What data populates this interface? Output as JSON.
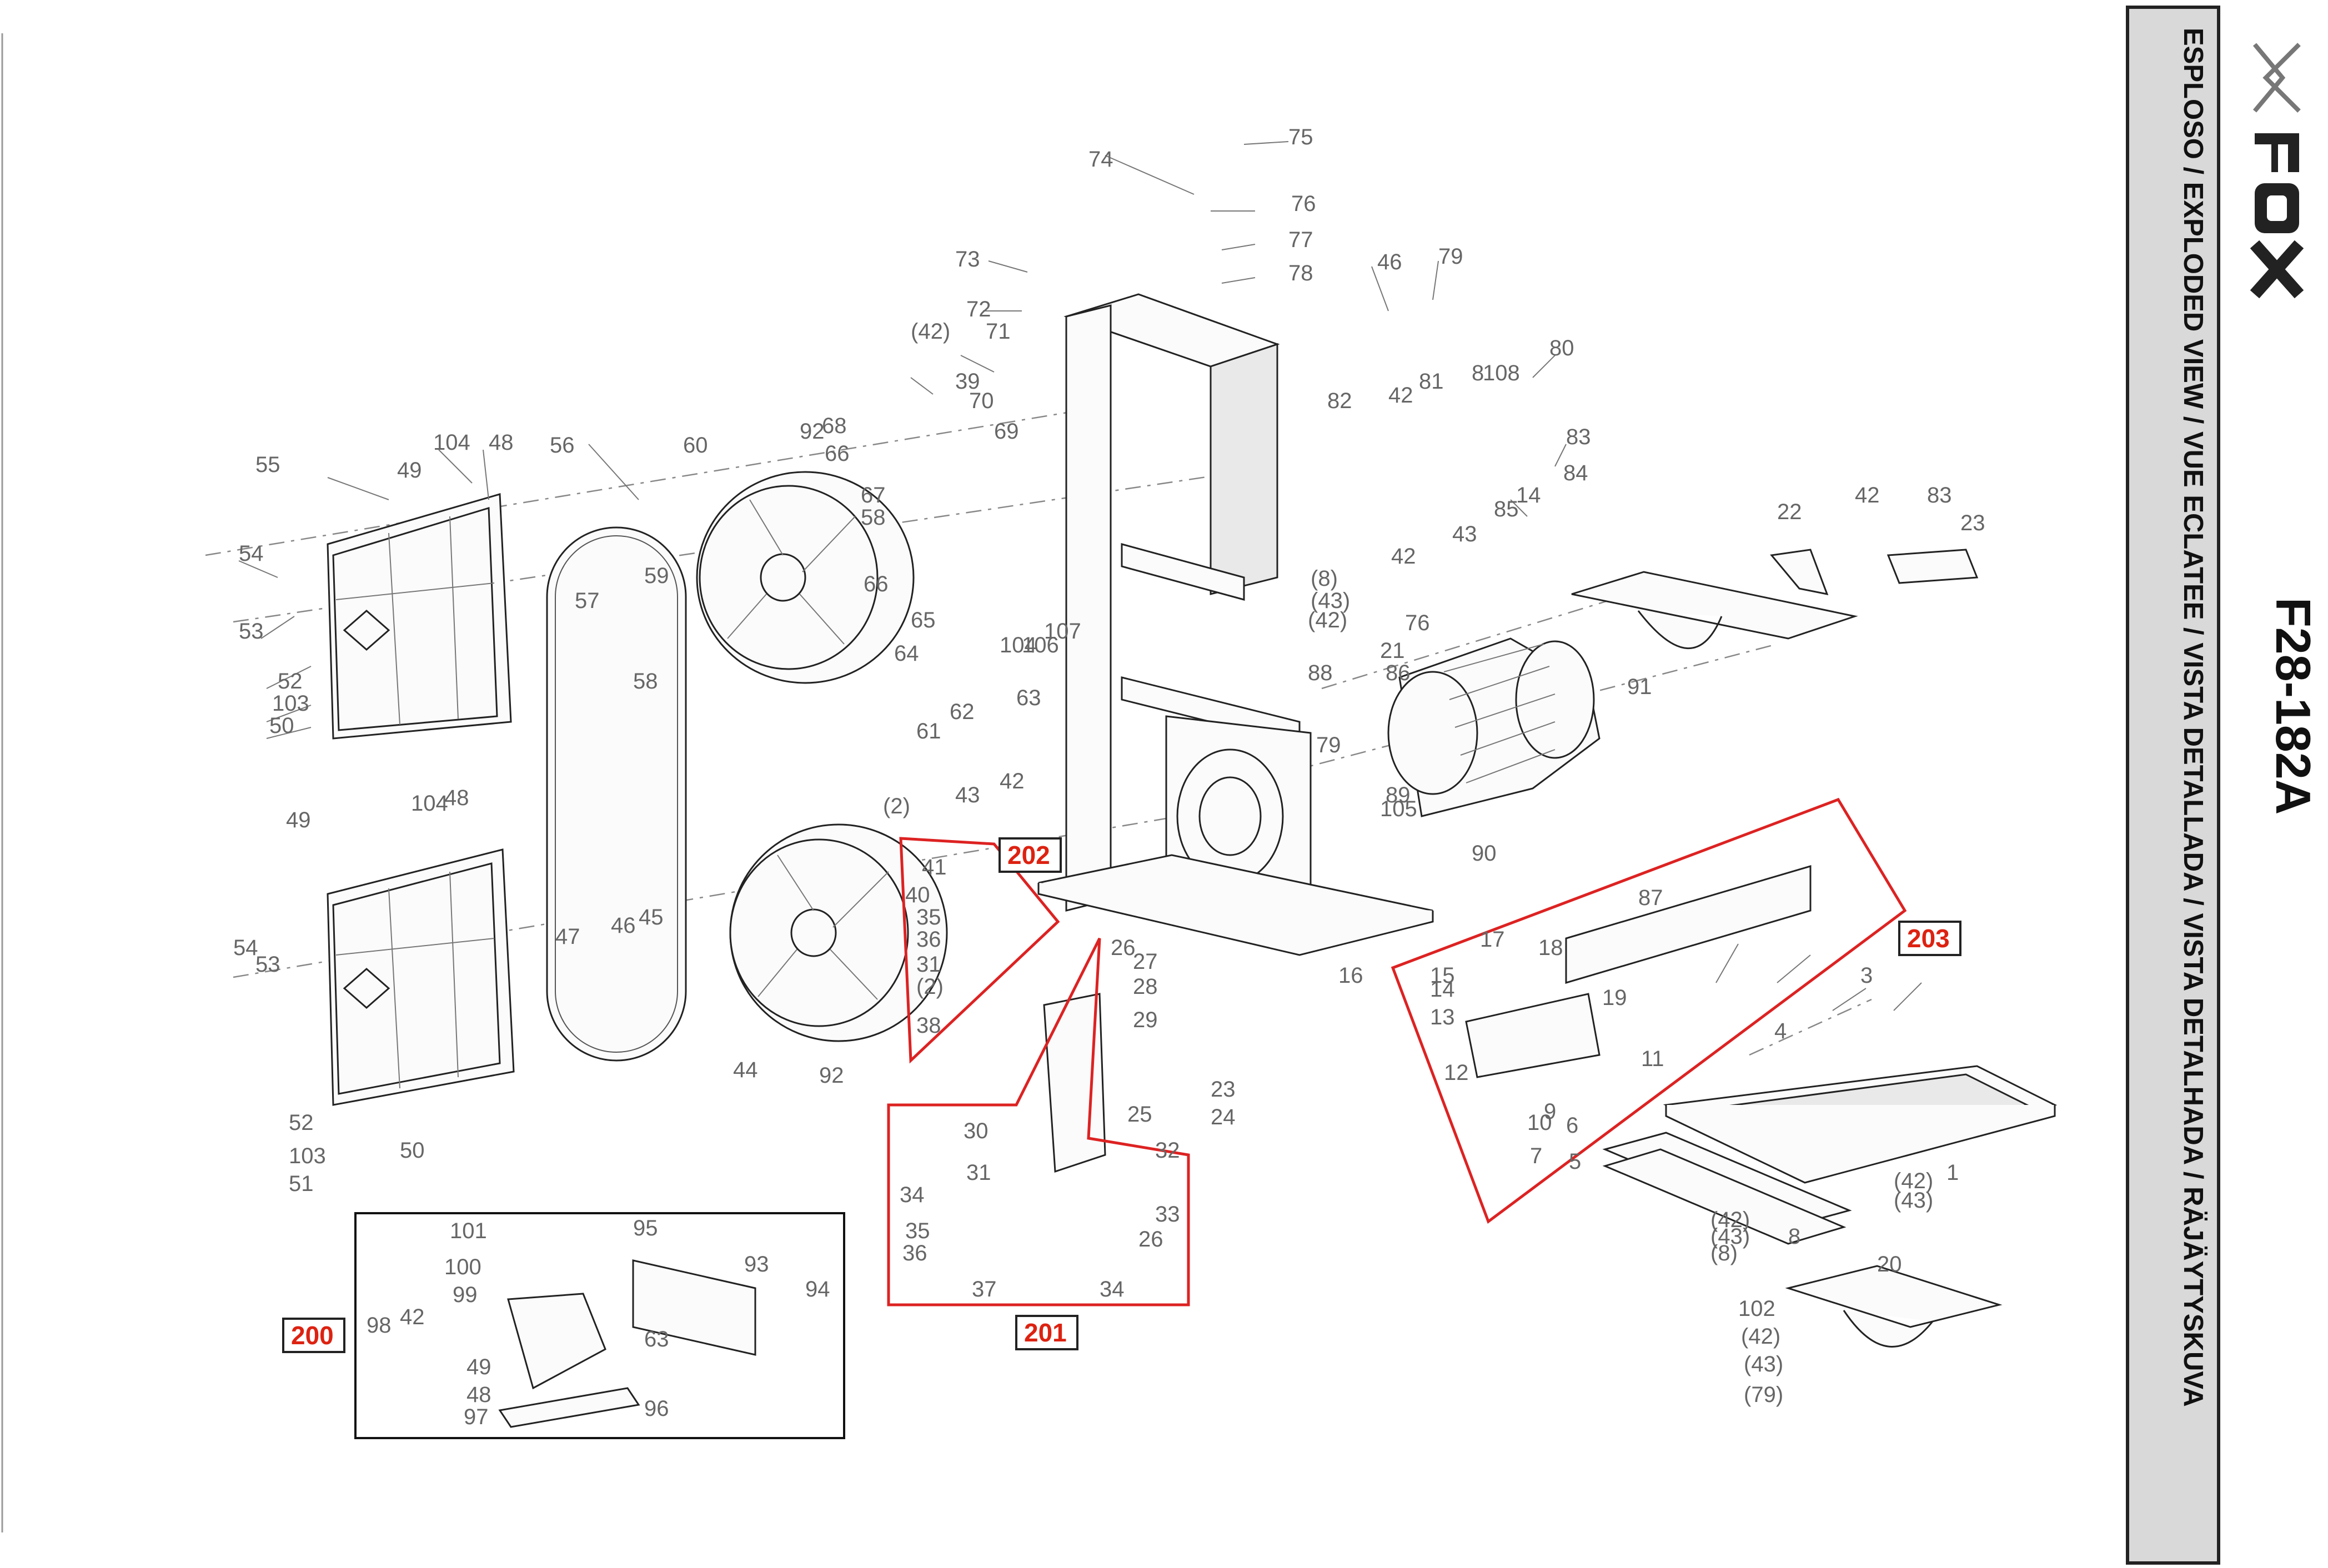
{
  "header": {
    "brand": "FOX",
    "model": "F28-182A",
    "title": "ESPLOSO / EXPLODED VIEW / VUE ECLATEE / VISTA DETALLADA / VISTA DETALHADA / RÄJÄYTYSKUVA"
  },
  "subassemblies": [
    "200",
    "201",
    "202",
    "203"
  ],
  "colors": {
    "highlight": "#d22222",
    "panel": "#d9d9d9"
  },
  "labels": [
    "74",
    "75",
    "76",
    "77",
    "78",
    "73",
    "72",
    "(42)",
    "71",
    "39",
    "70",
    "69",
    "68",
    "66",
    "67",
    "58",
    "66",
    "60",
    "92",
    "56",
    "55",
    "49",
    "104",
    "48",
    "54",
    "53",
    "52",
    "103",
    "50",
    "57",
    "59",
    "58",
    "65",
    "64",
    "104",
    "106",
    "107",
    "63",
    "62",
    "61",
    "43",
    "42",
    "(2)",
    "41",
    "40",
    "35",
    "36",
    "31",
    "(2)",
    "38",
    "26",
    "27",
    "28",
    "29",
    "30",
    "25",
    "23",
    "24",
    "16",
    "32",
    "33",
    "26",
    "34",
    "31",
    "35",
    "36",
    "37",
    "34",
    "49",
    "104",
    "48",
    "54",
    "53",
    "52",
    "103",
    "50",
    "51",
    "47",
    "46",
    "45",
    "44",
    "92",
    "101",
    "100",
    "99",
    "95",
    "93",
    "94",
    "98",
    "42",
    "49",
    "48",
    "97",
    "63",
    "96",
    "46",
    "79",
    "80",
    "108",
    "8",
    "82",
    "42",
    "81",
    "83",
    "84",
    "14",
    "85",
    "42",
    "43",
    "(8)",
    "(43)",
    "(42)",
    "76",
    "21",
    "86",
    "88",
    "89",
    "79",
    "105",
    "90",
    "91",
    "22",
    "42",
    "83",
    "23",
    "87",
    "18",
    "17",
    "15",
    "14",
    "13",
    "19",
    "12",
    "11",
    "10",
    "9",
    "7",
    "4",
    "3",
    "6",
    "5",
    "1",
    "(42)",
    "(43)",
    "(42)",
    "(43)",
    "(8)",
    "8",
    "102",
    "20",
    "(42)",
    "(43)",
    "(79)"
  ]
}
